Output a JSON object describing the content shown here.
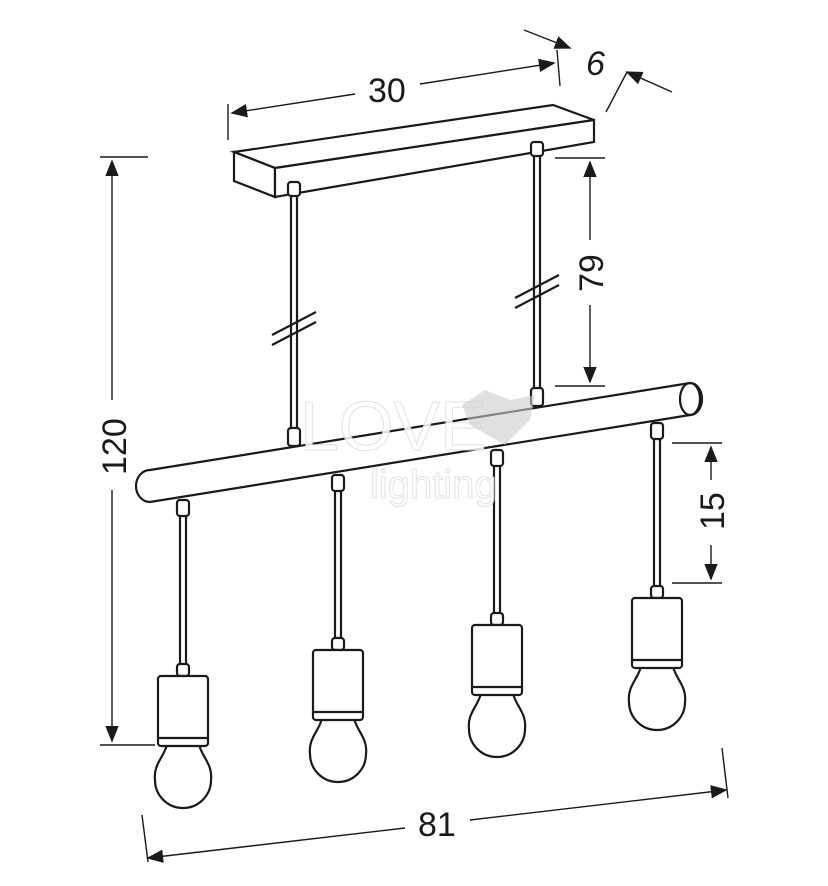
{
  "dimensions": {
    "canopy_length": "30",
    "canopy_depth": "6",
    "suspension_length": "79",
    "total_height": "120",
    "pendant_drop": "15",
    "total_width": "81"
  },
  "watermark": {
    "line1": "LOVE",
    "line2": "lighting"
  },
  "colors": {
    "line": "#1a1a1a",
    "background": "#ffffff"
  }
}
